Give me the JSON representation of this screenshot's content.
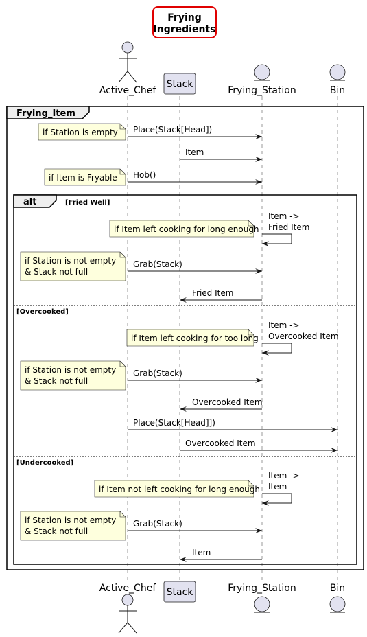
{
  "title": "Frying\nIngredients",
  "participants": [
    {
      "id": "chef",
      "label": "Active_Chef",
      "kind": "actor"
    },
    {
      "id": "stack",
      "label": "Stack",
      "kind": "participant"
    },
    {
      "id": "station",
      "label": "Frying_Station",
      "kind": "entity"
    },
    {
      "id": "bin",
      "label": "Bin",
      "kind": "entity"
    }
  ],
  "outer_group": {
    "label": "Frying_Item"
  },
  "alt_group": {
    "keyword": "alt",
    "sections": [
      "[Fried Well]",
      "[Overcooked]",
      "[Undercooked]"
    ]
  },
  "events": [
    {
      "type": "msg",
      "from": "chef",
      "to": "station",
      "label": "Place(Stack[Head])",
      "note": "if Station is empty"
    },
    {
      "type": "msg",
      "from": "stack",
      "to": "station",
      "label": "Item"
    },
    {
      "type": "msg",
      "from": "chef",
      "to": "station",
      "label": "Hob()",
      "note": "if Item is Fryable"
    },
    {
      "type": "self",
      "on": "station",
      "label": "Item ->\nFried Item",
      "note": "if Item left cooking for long enough"
    },
    {
      "type": "msg",
      "from": "chef",
      "to": "station",
      "label": "Grab(Stack)",
      "note": "if Station is not empty\n&  Stack not full"
    },
    {
      "type": "msg",
      "from": "station",
      "to": "stack",
      "label": "Fried Item"
    },
    {
      "type": "self",
      "on": "station",
      "label": "Item ->\nOvercooked Item",
      "note": "if Item left cooking for too long"
    },
    {
      "type": "msg",
      "from": "chef",
      "to": "station",
      "label": "Grab(Stack)",
      "note": "if Station is not empty\n&  Stack not full"
    },
    {
      "type": "msg",
      "from": "station",
      "to": "stack",
      "label": "Overcooked Item"
    },
    {
      "type": "msg",
      "from": "chef",
      "to": "bin",
      "label": "Place(Stack[Head]])"
    },
    {
      "type": "msg",
      "from": "stack",
      "to": "bin",
      "label": "Overcooked Item"
    },
    {
      "type": "self",
      "on": "station",
      "label": "Item ->\nItem",
      "note": "if Item not left cooking for long enough"
    },
    {
      "type": "msg",
      "from": "chef",
      "to": "station",
      "label": "Grab(Stack)",
      "note": "if Station is not empty\n&  Stack not full"
    },
    {
      "type": "msg",
      "from": "station",
      "to": "stack",
      "label": "Item"
    }
  ],
  "colors": {
    "note_fill": "#FEFFDD",
    "participant_fill": "#E2E2F0",
    "title_border": "#E00000",
    "lifeline": "#999999"
  }
}
